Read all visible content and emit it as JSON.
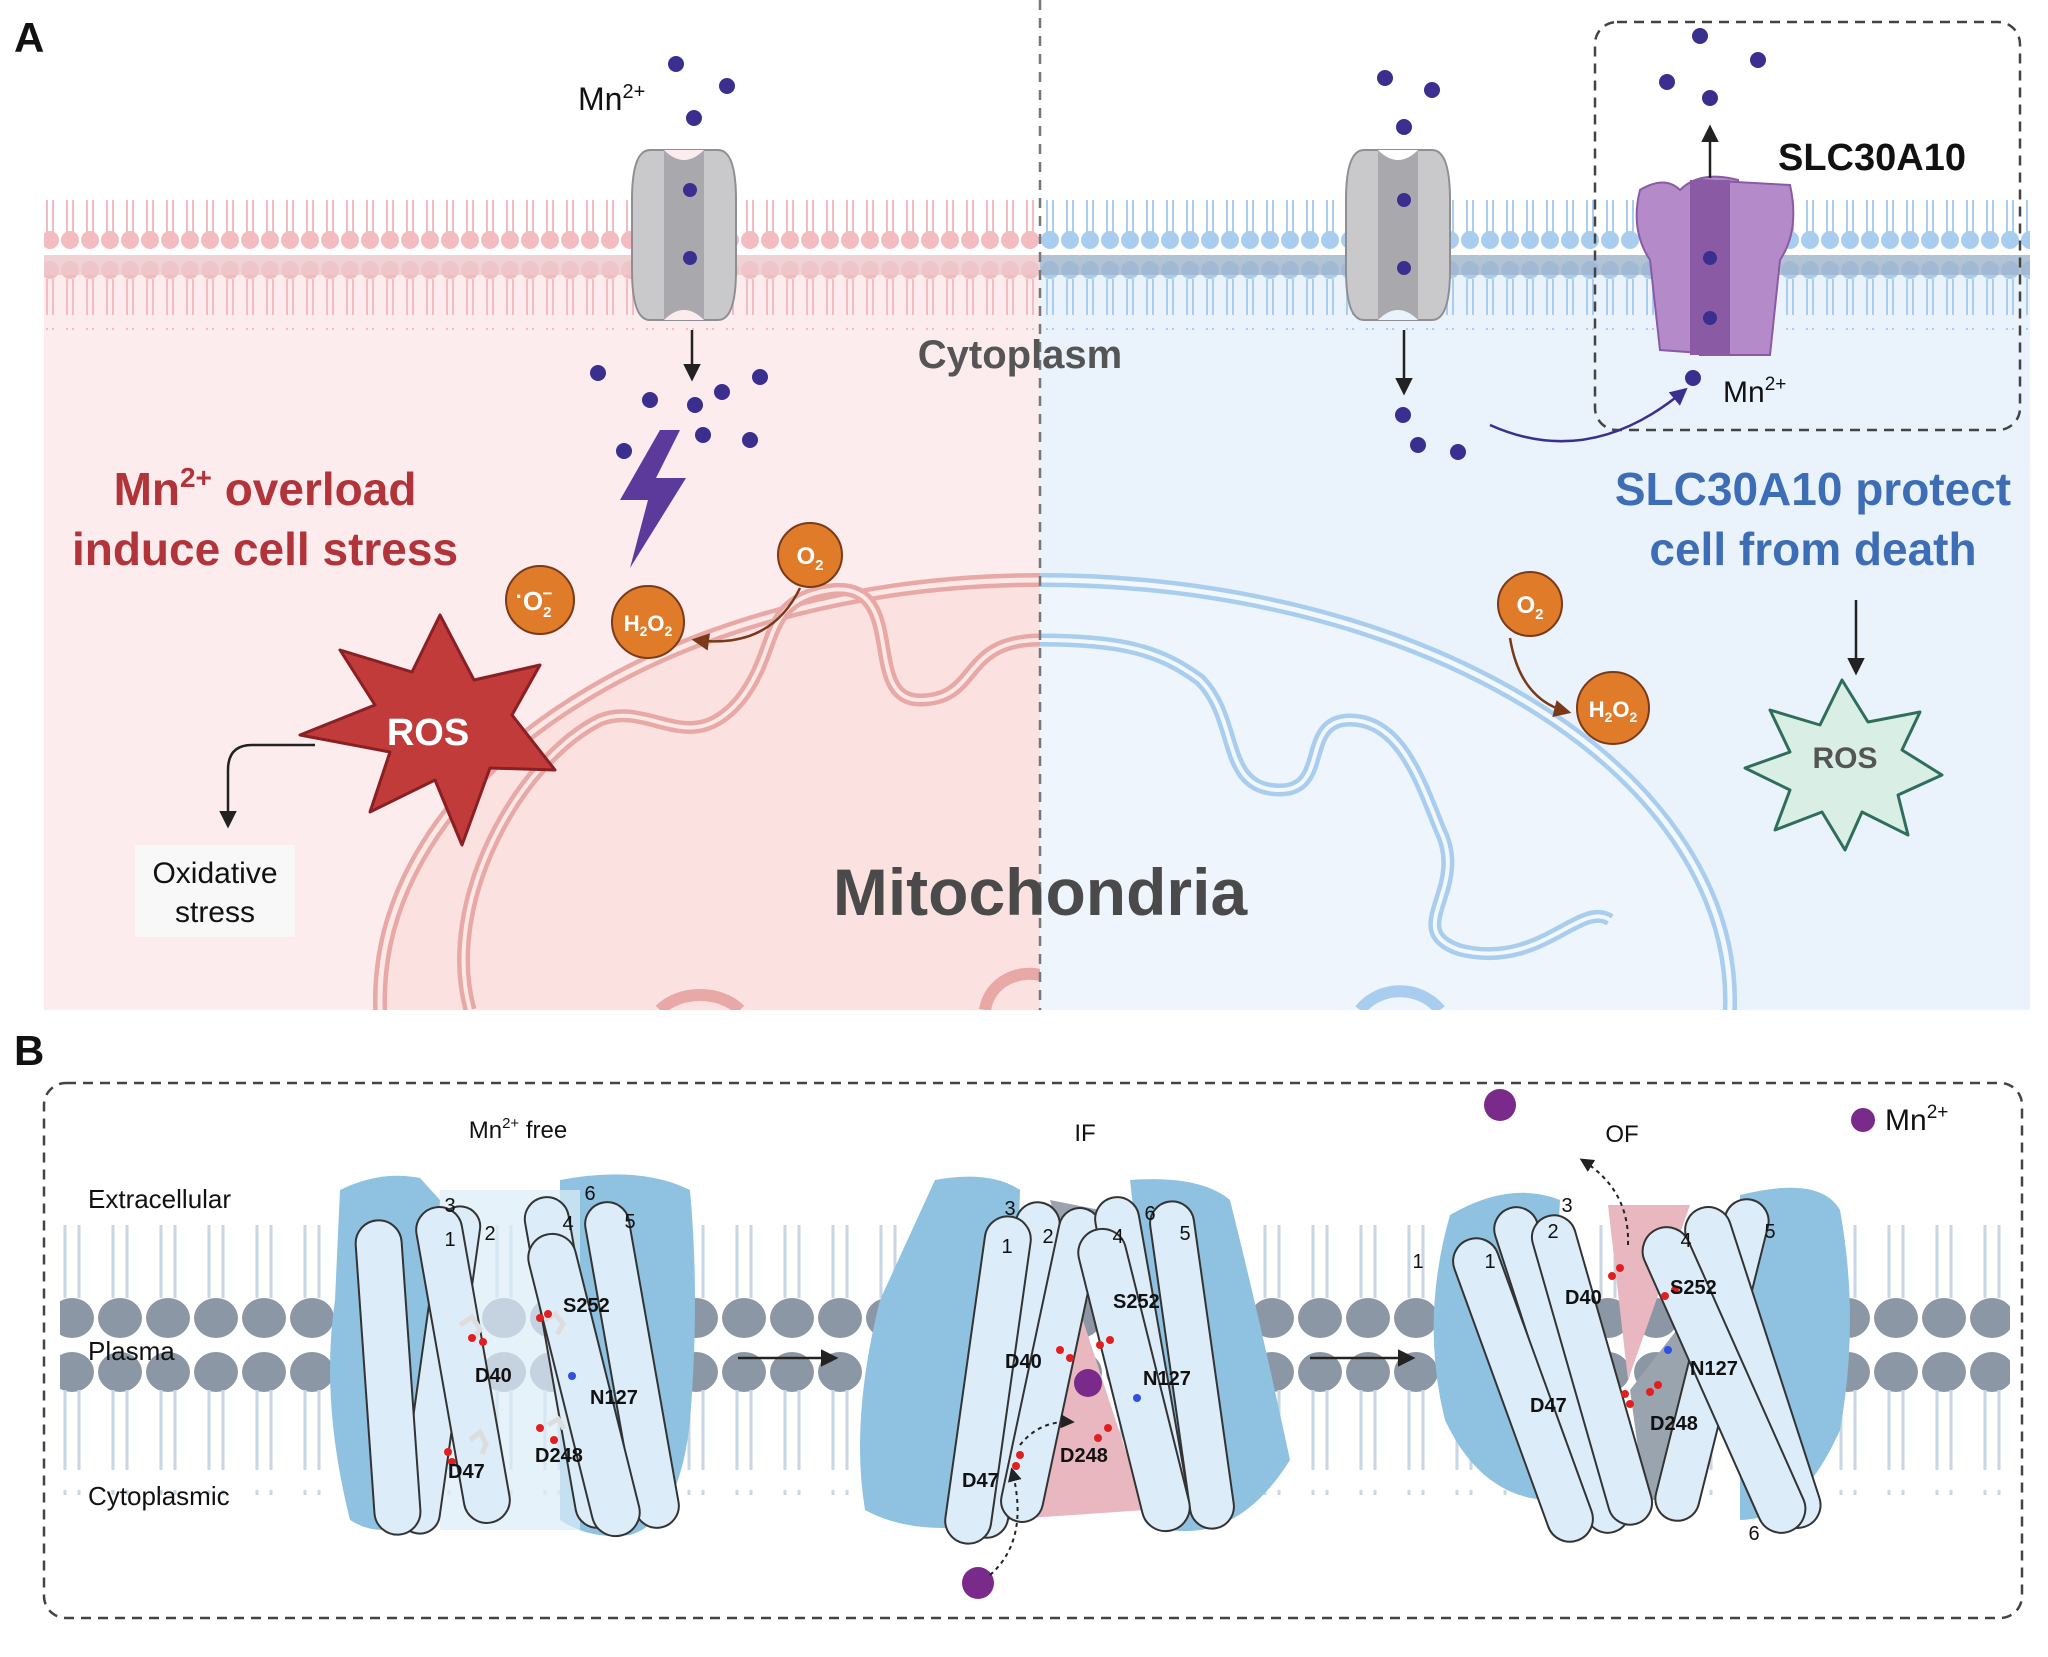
{
  "panel_a": {
    "letter": "A",
    "mn_left": "Mn",
    "mn_sup": "2+",
    "cytoplasm": "Cytoplasm",
    "slc_title": "SLC30A10",
    "mn_right": "Mn",
    "overload_line1_pre": "Mn",
    "overload_sup": "2+",
    "overload_line1_post": " overload",
    "overload_line2": "induce cell stress",
    "protect_line1": "SLC30A10 protect",
    "protect_line2": "cell from death",
    "o2_symbol": "O",
    "o2_sub": "2",
    "h2o2_h": "H",
    "h2o2_2a": "2",
    "h2o2_o": "O",
    "h2o2_2b": "2",
    "superoxide_dot": "·",
    "superoxide_o": "O",
    "superoxide_sub": "2",
    "superoxide_sup": "−",
    "ros_left": "ROS",
    "ros_right": "ROS",
    "oxidative_line1": "Oxidative",
    "oxidative_line2": "stress",
    "mitochondria": "Mitochondria",
    "colors": {
      "left_bg": "#fcecee",
      "right_bg": "#eaf2fb",
      "left_membrane": "#f3bcc0",
      "right_membrane": "#a9cdee",
      "red_text": "#b0343a",
      "blue_text": "#3d6db5",
      "orange": "#e07b2a",
      "ros_red": "#c23b3b",
      "ros_green": "#d9efe6",
      "mn_ion": "#3a2f8f",
      "slc_purple": "#9b6bb5"
    }
  },
  "panel_b": {
    "letter": "B",
    "extracellular": "Extracellular",
    "plasma": "Plasma",
    "cytoplasmic": "Cytoplasmic",
    "state1_pre": "Mn",
    "state1_sup": "2+",
    "state1_post": " free",
    "state2": "IF",
    "state3": "OF",
    "legend_pre": "Mn",
    "legend_sup": "2+",
    "residues": {
      "d40": "D40",
      "d47": "D47",
      "s252": "S252",
      "n127": "N127",
      "d248": "D248"
    },
    "helix_numbers": {
      "h1": "1",
      "h2": "2",
      "h3": "3",
      "h4": "4",
      "h5": "5",
      "h6": "6"
    },
    "colors": {
      "helix_fill": "#dcecf8",
      "domain_blue": "#8fc1e0",
      "pink_cavity": "#e8b7c0",
      "grey_cavity": "#9aa4ae",
      "head_grey": "#8c97a5",
      "legend_purple": "#7a2a8a"
    }
  }
}
